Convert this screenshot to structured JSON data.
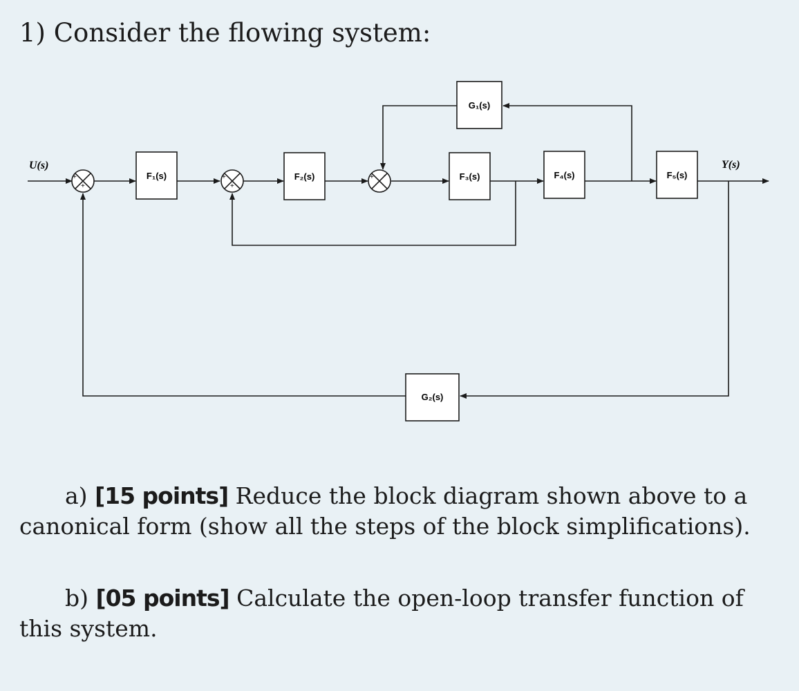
{
  "question": {
    "title": "1) Consider the flowing system:"
  },
  "diagram": {
    "input_label": "U(s)",
    "output_label": "Y(s)",
    "blocks": {
      "F1": "F₁(s)",
      "F2": "F₂(s)",
      "F3": "F₃(s)",
      "F4": "F₄(s)",
      "F5": "F₅(s)",
      "G1": "G₁(s)",
      "G2": "G₂(s)"
    },
    "summing_signs": {
      "s1_left": "+",
      "s1_bottom": "+",
      "s2_left": "+",
      "s2_bottom": "+",
      "s3_left": "+",
      "s3_top": "-"
    }
  },
  "parts": {
    "a": {
      "label": "a)",
      "points": "[15 points]",
      "text": "Reduce the block diagram shown above to a canonical form (show all the steps of the block simplifications)."
    },
    "b": {
      "label": "b)",
      "points": "[05 points]",
      "text": "Calculate the open-loop transfer function of this system."
    }
  }
}
